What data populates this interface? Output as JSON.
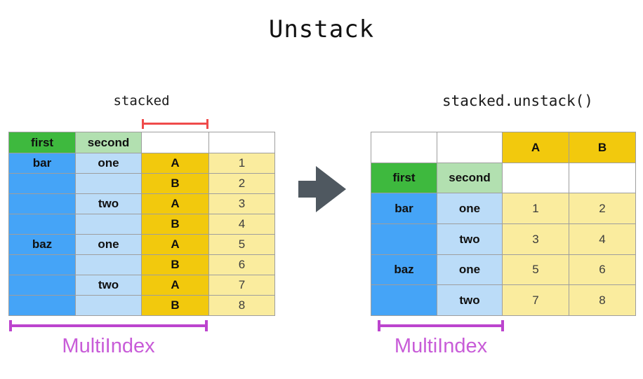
{
  "title": "Unstack",
  "left": {
    "caption": "stacked",
    "multiindex_label": "MultiIndex",
    "table": {
      "rows": [
        [
          "first",
          "second",
          "",
          ""
        ],
        [
          "bar",
          "one",
          "A",
          "1"
        ],
        [
          "",
          "",
          "B",
          "2"
        ],
        [
          "",
          "two",
          "A",
          "3"
        ],
        [
          "",
          "",
          "B",
          "4"
        ],
        [
          "baz",
          "one",
          "A",
          "5"
        ],
        [
          "",
          "",
          "B",
          "6"
        ],
        [
          "",
          "two",
          "A",
          "7"
        ],
        [
          "",
          "",
          "B",
          "8"
        ]
      ]
    }
  },
  "right": {
    "caption": "stacked.unstack()",
    "multiindex_label": "MultiIndex",
    "table": {
      "rows": [
        [
          "",
          "",
          "A",
          "B"
        ],
        [
          "first",
          "second",
          "",
          ""
        ],
        [
          "bar",
          "one",
          "1",
          "2"
        ],
        [
          "",
          "two",
          "3",
          "4"
        ],
        [
          "baz",
          "one",
          "5",
          "6"
        ],
        [
          "",
          "two",
          "7",
          "8"
        ]
      ]
    }
  },
  "colors": {
    "header_green": "#3EB93E",
    "header_light_green": "#B2E0B0",
    "index_blue": "#45A4F7",
    "index_light_blue": "#BBDCF8",
    "column_gold": "#F2C90D",
    "value_yellow": "#FAEC9E",
    "table_border": "#9E9E9E",
    "arrow_gray": "#4F5860",
    "stacked_bracket_red": "#EF4B4B",
    "multiindex_magenta": "#BC44CE",
    "multiindex_text": "#C85CD8"
  }
}
